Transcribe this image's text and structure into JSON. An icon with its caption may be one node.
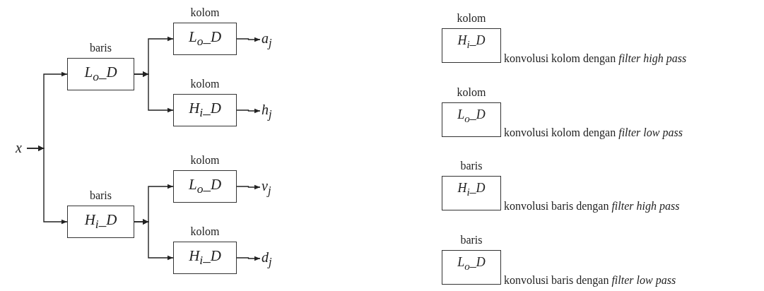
{
  "diagram": {
    "nodes": [
      {
        "text": [
          "x"
        ]
      },
      {
        "text": [
          "baris",
          "L$_{o}$_D"
        ]
      },
      {
        "text": [
          "kolom",
          "L$_{o}$_D"
        ]
      },
      {
        "text": [
          "a$_{j}$"
        ]
      },
      {
        "text": [
          "kolom",
          "H$_{i}$_D"
        ]
      },
      {
        "text": [
          "h$_{j}$"
        ]
      },
      {
        "text": [
          "baris",
          "H$_{i}$_D"
        ]
      },
      {
        "text": [
          "kolom",
          "L$_{o}$_D"
        ]
      },
      {
        "text": [
          "v$_{j}$"
        ]
      },
      {
        "text": [
          "kolom",
          "H$_{i}$_D"
        ]
      },
      {
        "text": [
          "d$_{j}$"
        ]
      },
      {
        "text": [
          "kolom",
          "H$_{i}$_D"
        ],
        "beside": [
          "konvolusi kolom dengan *filter high pass*"
        ]
      },
      {
        "text": [
          "kolom",
          "L$_{o}$_D"
        ],
        "beside": [
          "konvolusi kolom dengan *filter low pass*"
        ]
      },
      {
        "text": [
          "baris",
          "H$_{i}$_D"
        ],
        "beside": [
          "konvolusi baris dengan *filter high pass*"
        ]
      },
      {
        "text": [
          "baris",
          "L$_{o}$_D"
        ],
        "beside": [
          "konvolusi baris dengan *filter low pass*"
        ]
      }
    ],
    "edges": [
      {
        "from": 0,
        "to": 1,
        "arrow": "to"
      },
      {
        "from": 0,
        "to": 6,
        "arrow": "to"
      },
      {
        "from": 1,
        "to": 2,
        "arrow": "to"
      },
      {
        "from": 1,
        "to": 4,
        "arrow": "to"
      },
      {
        "from": 2,
        "to": 3,
        "arrow": "to"
      },
      {
        "from": 4,
        "to": 5,
        "arrow": "to"
      },
      {
        "from": 6,
        "to": 7,
        "arrow": "to"
      },
      {
        "from": 6,
        "to": 9,
        "arrow": "to"
      },
      {
        "from": 7,
        "to": 8,
        "arrow": "to"
      },
      {
        "from": 9,
        "to": 10,
        "arrow": "to"
      }
    ]
  }
}
